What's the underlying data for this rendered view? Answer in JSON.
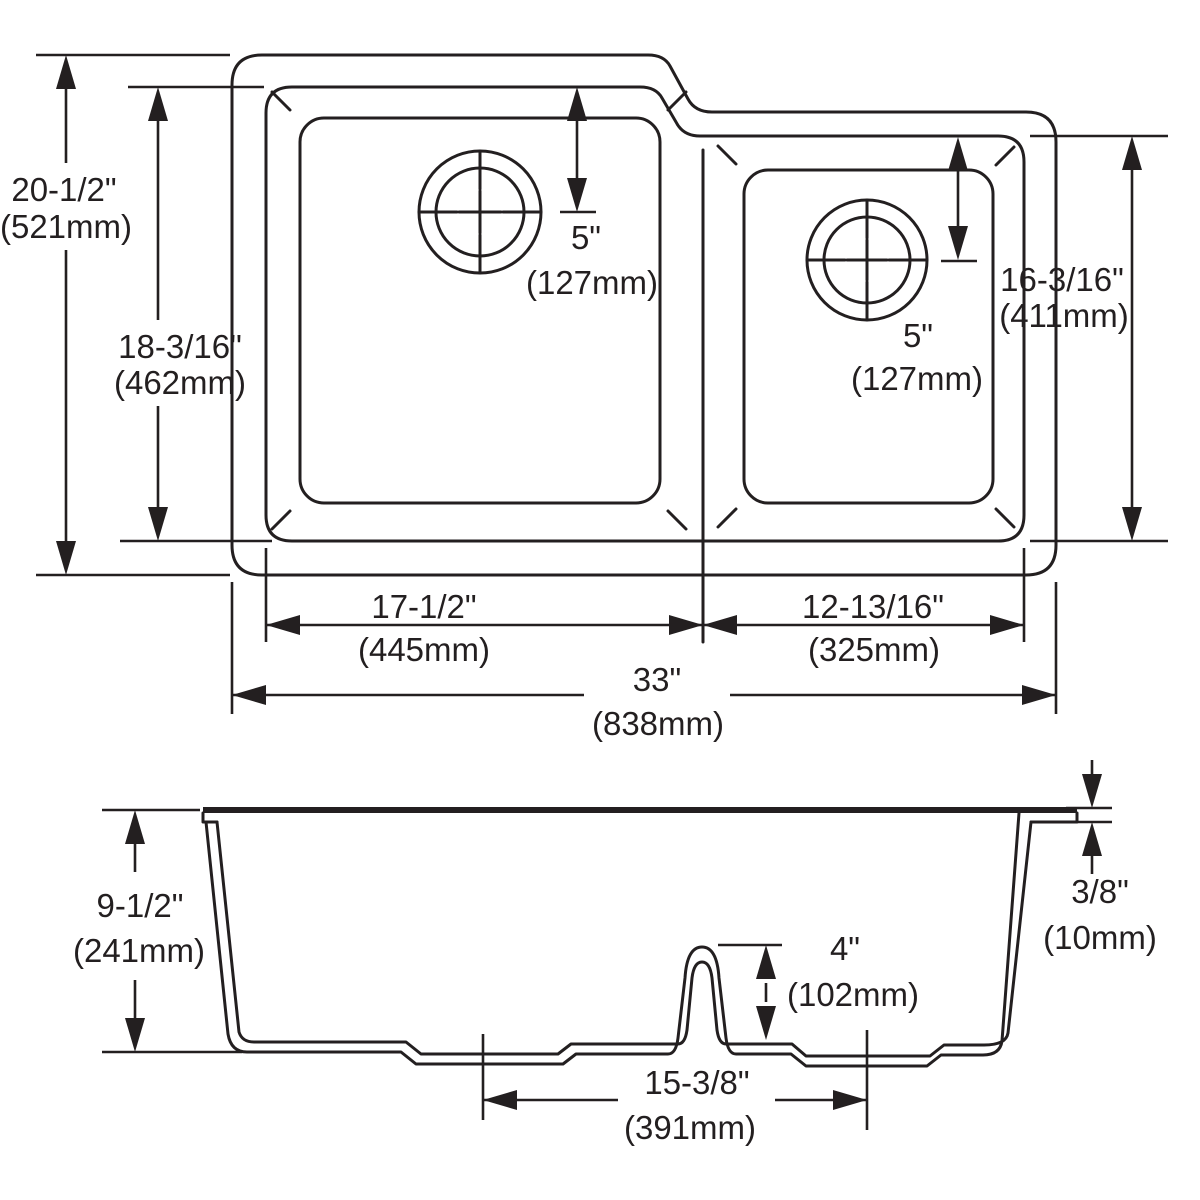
{
  "diagram": "sink-dimension-drawing",
  "colors": {
    "line": "#231f20",
    "background": "#ffffff"
  },
  "top_view": {
    "dim_height_overall": {
      "in": "20-1/2\"",
      "mm": "(521mm)"
    },
    "dim_height_left_bowl": {
      "in": "18-3/16\"",
      "mm": "(462mm)"
    },
    "dim_drain_left": {
      "in": "5\"",
      "mm": "(127mm)"
    },
    "dim_drain_right": {
      "in": "5\"",
      "mm": "(127mm)"
    },
    "dim_height_right_bowl": {
      "in": "16-3/16\"",
      "mm": "(411mm)"
    },
    "dim_width_left_bowl": {
      "in": "17-1/2\"",
      "mm": "(445mm)"
    },
    "dim_width_right_bowl": {
      "in": "12-13/16\"",
      "mm": "(325mm)"
    },
    "dim_width_overall": {
      "in": "33\"",
      "mm": "(838mm)"
    }
  },
  "section_view": {
    "dim_depth": {
      "in": "9-1/2\"",
      "mm": "(241mm)"
    },
    "dim_rim_reveal": {
      "in": "3/8\"",
      "mm": "(10mm)"
    },
    "dim_divider_height": {
      "in": "4\"",
      "mm": "(102mm)"
    },
    "dim_drain_spacing": {
      "in": "15-3/8\"",
      "mm": "(391mm)"
    }
  }
}
